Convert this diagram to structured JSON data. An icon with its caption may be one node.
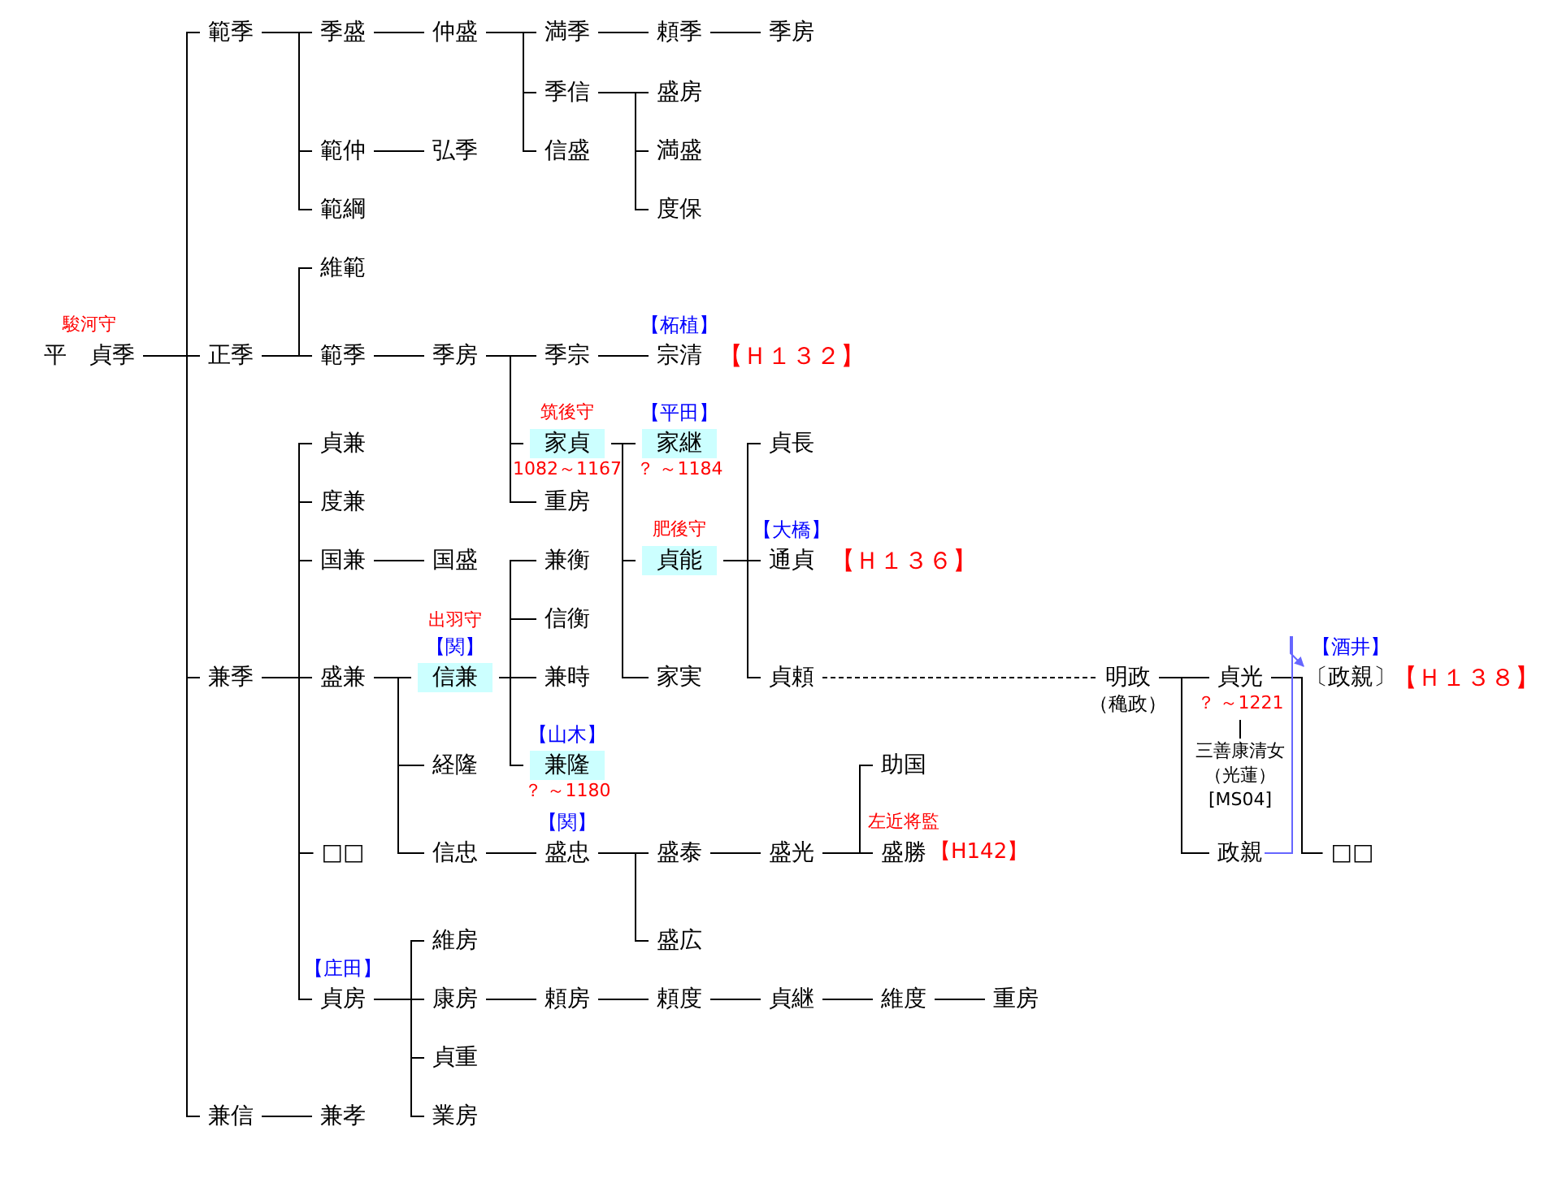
{
  "diagram": {
    "nodes": [
      {
        "text": [
          "平　貞季"
        ],
        "beside": [
          "駿河守"
        ]
      },
      {
        "text": [
          "範季"
        ]
      },
      {
        "text": [
          "季盛"
        ]
      },
      {
        "text": [
          "仲盛"
        ]
      },
      {
        "text": [
          "満季"
        ]
      },
      {
        "text": [
          "頼季"
        ]
      },
      {
        "text": [
          "季房"
        ]
      },
      {
        "text": [
          "季信"
        ]
      },
      {
        "text": [
          "盛房"
        ]
      },
      {
        "text": [
          "範仲"
        ]
      },
      {
        "text": [
          "弘季"
        ]
      },
      {
        "text": [
          "信盛"
        ]
      },
      {
        "text": [
          "満盛"
        ]
      },
      {
        "text": [
          "度保"
        ]
      },
      {
        "text": [
          "範綱"
        ]
      },
      {
        "text": [
          "維範"
        ]
      },
      {
        "text": [
          "正季"
        ]
      },
      {
        "text": [
          "範季"
        ]
      },
      {
        "text": [
          "季房"
        ]
      },
      {
        "text": [
          "季宗"
        ]
      },
      {
        "text": [
          "宗清"
        ],
        "beside": [
          "【柘植】",
          "【Ｈ１３２】"
        ]
      },
      {
        "text": [
          "兼季"
        ]
      },
      {
        "text": [
          "貞兼"
        ]
      },
      {
        "text": [
          "度兼"
        ]
      },
      {
        "text": [
          "国兼"
        ]
      },
      {
        "text": [
          "国盛"
        ]
      },
      {
        "text": [
          "盛兼"
        ]
      },
      {
        "text": [
          "信兼"
        ],
        "beside": [
          "出羽守",
          "【関】"
        ]
      },
      {
        "text": [
          "経隆"
        ]
      },
      {
        "text": [
          "信忠"
        ]
      },
      {
        "text": [
          "盛忠"
        ],
        "beside": [
          "【関】"
        ]
      },
      {
        "text": [
          "盛泰"
        ]
      },
      {
        "text": [
          "盛広"
        ]
      },
      {
        "text": [
          "盛光"
        ]
      },
      {
        "text": [
          "助国"
        ]
      },
      {
        "text": [
          "盛勝"
        ],
        "beside": [
          "左近将監",
          "【H142】"
        ]
      },
      {
        "text": [
          "□□"
        ]
      },
      {
        "text": [
          "貞房"
        ],
        "beside": [
          "【庄田】"
        ]
      },
      {
        "text": [
          "維房"
        ]
      },
      {
        "text": [
          "康房"
        ]
      },
      {
        "text": [
          "頼房"
        ]
      },
      {
        "text": [
          "頼度"
        ]
      },
      {
        "text": [
          "貞継"
        ]
      },
      {
        "text": [
          "維度"
        ]
      },
      {
        "text": [
          "重房"
        ]
      },
      {
        "text": [
          "貞重"
        ]
      },
      {
        "text": [
          "業房"
        ]
      },
      {
        "text": [
          "兼信"
        ]
      },
      {
        "text": [
          "兼孝"
        ]
      },
      {
        "text": [
          "家貞"
        ],
        "beside": [
          "筑後守",
          "1082～1167"
        ]
      },
      {
        "text": [
          "重房"
        ]
      },
      {
        "text": [
          "兼衡"
        ]
      },
      {
        "text": [
          "信衡"
        ]
      },
      {
        "text": [
          "兼時"
        ]
      },
      {
        "text": [
          "兼隆"
        ],
        "beside": [
          "【山木】",
          "？ ～1180"
        ]
      },
      {
        "text": [
          "家継"
        ],
        "beside": [
          "【平田】",
          "？ ～1184"
        ]
      },
      {
        "text": [
          "貞能"
        ],
        "beside": [
          "肥後守"
        ]
      },
      {
        "text": [
          "家実"
        ]
      },
      {
        "text": [
          "貞長"
        ]
      },
      {
        "text": [
          "通貞"
        ],
        "beside": [
          "【大橋】",
          "【Ｈ１３６】"
        ]
      },
      {
        "text": [
          "貞頼"
        ]
      },
      {
        "text": [
          "明政"
        ],
        "beside": [
          "（穐政）"
        ]
      },
      {
        "text": [
          "貞光"
        ],
        "beside": [
          "？ ～1221"
        ]
      },
      {
        "text": [
          "三善康清女",
          "（光蓮）",
          "[MS04]"
        ]
      },
      {
        "text": [
          "政親"
        ]
      },
      {
        "text": [
          "〔政親〕"
        ],
        "beside": [
          "【酒井】",
          "【Ｈ１３８】"
        ]
      },
      {
        "text": [
          "□□"
        ]
      }
    ],
    "edges": [
      {
        "from": 0,
        "to": 1,
        "arrow": "none"
      },
      {
        "from": 0,
        "to": 16,
        "arrow": "none"
      },
      {
        "from": 0,
        "to": 21,
        "arrow": "none"
      },
      {
        "from": 0,
        "to": 47,
        "arrow": "none"
      },
      {
        "from": 1,
        "to": 2,
        "arrow": "none"
      },
      {
        "from": 1,
        "to": 9,
        "arrow": "none"
      },
      {
        "from": 1,
        "to": 14,
        "arrow": "none"
      },
      {
        "from": 2,
        "to": 3,
        "arrow": "none"
      },
      {
        "from": 3,
        "to": 4,
        "arrow": "none"
      },
      {
        "from": 3,
        "to": 7,
        "arrow": "none"
      },
      {
        "from": 3,
        "to": 11,
        "arrow": "none"
      },
      {
        "from": 4,
        "to": 5,
        "arrow": "none"
      },
      {
        "from": 5,
        "to": 6,
        "arrow": "none"
      },
      {
        "from": 7,
        "to": 8,
        "arrow": "none"
      },
      {
        "from": 7,
        "to": 12,
        "arrow": "none"
      },
      {
        "from": 7,
        "to": 13,
        "arrow": "none"
      },
      {
        "from": 9,
        "to": 10,
        "arrow": "none"
      },
      {
        "from": 16,
        "to": 15,
        "arrow": "none"
      },
      {
        "from": 16,
        "to": 17,
        "arrow": "none"
      },
      {
        "from": 17,
        "to": 18,
        "arrow": "none"
      },
      {
        "from": 18,
        "to": 19,
        "arrow": "none"
      },
      {
        "from": 18,
        "to": 49,
        "arrow": "none"
      },
      {
        "from": 18,
        "to": 50,
        "arrow": "none"
      },
      {
        "from": 19,
        "to": 20,
        "arrow": "none"
      },
      {
        "from": 21,
        "to": 22,
        "arrow": "none"
      },
      {
        "from": 21,
        "to": 23,
        "arrow": "none"
      },
      {
        "from": 21,
        "to": 24,
        "arrow": "none"
      },
      {
        "from": 21,
        "to": 26,
        "arrow": "none"
      },
      {
        "from": 21,
        "to": 36,
        "arrow": "none"
      },
      {
        "from": 21,
        "to": 37,
        "arrow": "none"
      },
      {
        "from": 24,
        "to": 25,
        "arrow": "none"
      },
      {
        "from": 26,
        "to": 27,
        "arrow": "none"
      },
      {
        "from": 26,
        "to": 28,
        "arrow": "none"
      },
      {
        "from": 26,
        "to": 29,
        "arrow": "none"
      },
      {
        "from": 27,
        "to": 51,
        "arrow": "none"
      },
      {
        "from": 27,
        "to": 52,
        "arrow": "none"
      },
      {
        "from": 27,
        "to": 53,
        "arrow": "none"
      },
      {
        "from": 27,
        "to": 54,
        "arrow": "none"
      },
      {
        "from": 29,
        "to": 30,
        "arrow": "none"
      },
      {
        "from": 30,
        "to": 31,
        "arrow": "none"
      },
      {
        "from": 30,
        "to": 32,
        "arrow": "none"
      },
      {
        "from": 31,
        "to": 33,
        "arrow": "none"
      },
      {
        "from": 33,
        "to": 34,
        "arrow": "none"
      },
      {
        "from": 33,
        "to": 35,
        "arrow": "none"
      },
      {
        "from": 37,
        "to": 38,
        "arrow": "none"
      },
      {
        "from": 37,
        "to": 39,
        "arrow": "none"
      },
      {
        "from": 37,
        "to": 45,
        "arrow": "none"
      },
      {
        "from": 37,
        "to": 46,
        "arrow": "none"
      },
      {
        "from": 39,
        "to": 40,
        "arrow": "none"
      },
      {
        "from": 40,
        "to": 41,
        "arrow": "none"
      },
      {
        "from": 41,
        "to": 42,
        "arrow": "none"
      },
      {
        "from": 42,
        "to": 43,
        "arrow": "none"
      },
      {
        "from": 43,
        "to": 44,
        "arrow": "none"
      },
      {
        "from": 47,
        "to": 48,
        "arrow": "none"
      },
      {
        "from": 49,
        "to": 55,
        "arrow": "none"
      },
      {
        "from": 49,
        "to": 56,
        "arrow": "none"
      },
      {
        "from": 49,
        "to": 57,
        "arrow": "none"
      },
      {
        "from": 56,
        "to": 58,
        "arrow": "none"
      },
      {
        "from": 56,
        "to": 59,
        "arrow": "none"
      },
      {
        "from": 56,
        "to": 60,
        "arrow": "none"
      },
      {
        "from": 60,
        "to": 61,
        "arrow": "none",
        "style": "dashed"
      },
      {
        "from": 61,
        "to": 62,
        "arrow": "none"
      },
      {
        "from": 61,
        "to": 64,
        "arrow": "none"
      },
      {
        "from": 62,
        "to": 65,
        "arrow": "none"
      },
      {
        "from": 62,
        "to": 66,
        "arrow": "none"
      },
      {
        "from": 62,
        "to": 63,
        "arrow": "none"
      },
      {
        "from": 64,
        "to": 65,
        "arrow": "to",
        "color": "#6666ff"
      }
    ]
  }
}
